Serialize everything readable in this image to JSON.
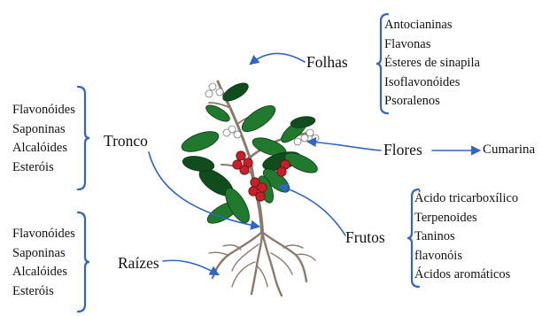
{
  "parts": {
    "folhas": {
      "label": "Folhas",
      "compounds": [
        "Antocianinas",
        "Flavonas",
        "Ésteres de sinapila",
        "Isoflavonóides",
        "Psoralenos"
      ]
    },
    "tronco": {
      "label": "Tronco",
      "compounds": [
        "Flavonóides",
        "Saponinas",
        "Alcalóides",
        "Esteróis"
      ]
    },
    "flores": {
      "label": "Flores",
      "compounds": [
        "Cumarina"
      ]
    },
    "frutos": {
      "label": "Frutos",
      "compounds": [
        "Ácido tricarboxílico",
        "Terpenoides",
        "Taninos",
        "flavonóis",
        "Ácidos aromáticos"
      ]
    },
    "raizes": {
      "label": "Raízes",
      "compounds": [
        "Flavonóides",
        "Saponinas",
        "Alcalóides",
        "Esteróis"
      ]
    }
  },
  "colors": {
    "arrow": "#2f64c8",
    "brace": "#2f64c8",
    "leaf": "#1f7a2e",
    "leaf_dark": "#114d1c",
    "berry": "#c8202a",
    "stem": "#8a7a6c",
    "flower": "#ffffff"
  }
}
